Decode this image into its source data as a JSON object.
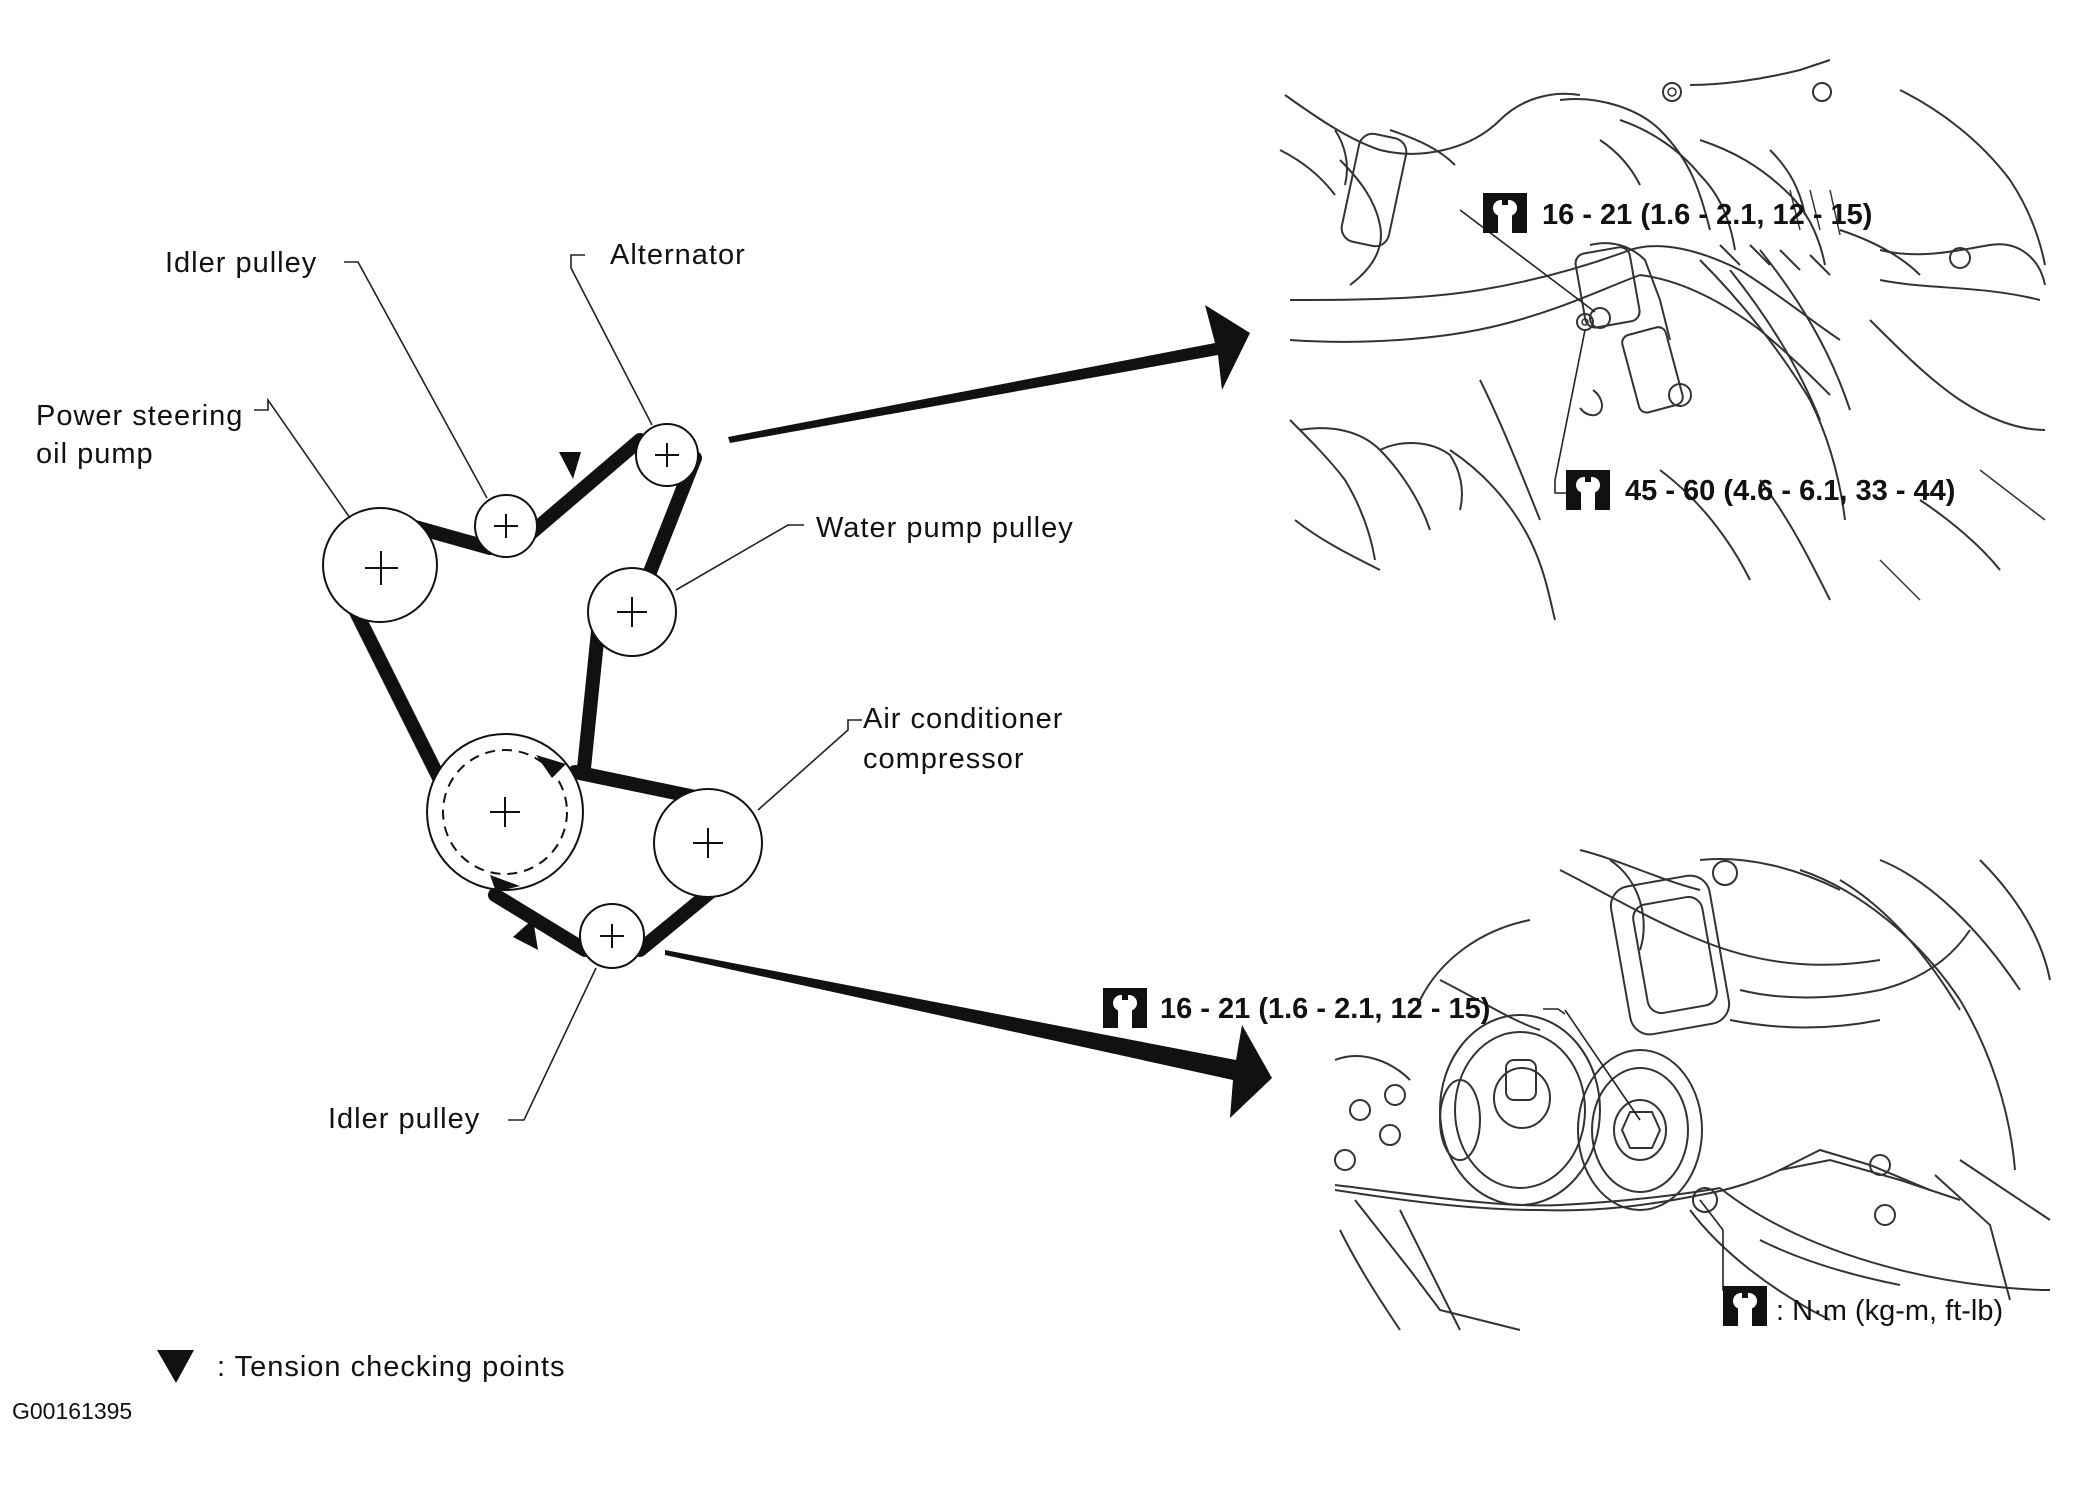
{
  "labels": {
    "idler_pulley_top": "Idler pulley",
    "alternator": "Alternator",
    "power_steering_line1": "Power steering",
    "power_steering_line2": "oil pump",
    "water_pump": "Water pump pulley",
    "ac_line1": "Air conditioner",
    "ac_line2": "compressor",
    "idler_pulley_bottom": "Idler pulley"
  },
  "torque_specs": {
    "alternator_upper": "16 - 21 (1.6 - 2.1, 12 - 15)",
    "alternator_lower": "45 - 60 (4.6 - 6.1, 33 - 44)",
    "idler": "16 - 21 (1.6 - 2.1, 12 - 15)"
  },
  "legend": {
    "torque_units": ":  N·m (kg-m, ft-lb)",
    "tension": ":  Tension checking points"
  },
  "figure_code": "G00161395",
  "icons": [
    "torque-wrench-icon",
    "tension-point-icon"
  ]
}
